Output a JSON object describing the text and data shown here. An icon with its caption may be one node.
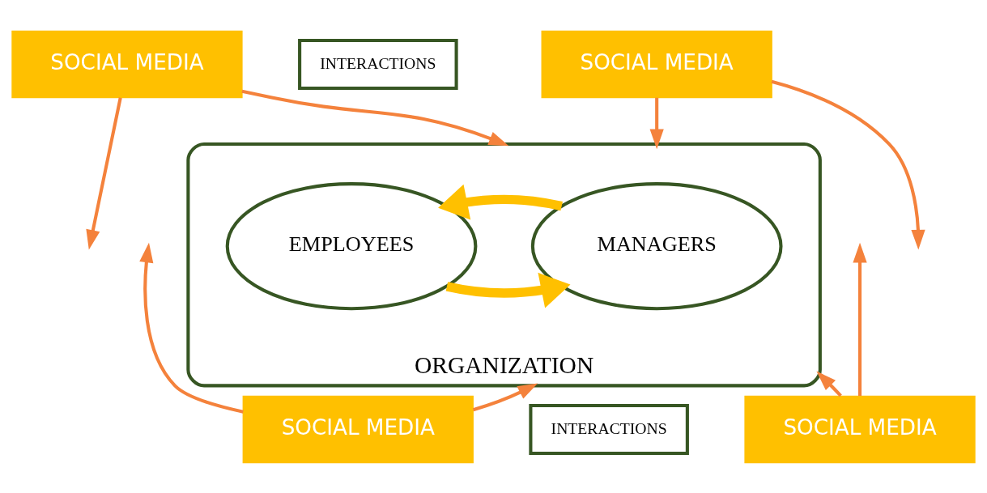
{
  "diagram": {
    "nodes": [
      {
        "text": [
          "SOCIAL MEDIA"
        ]
      },
      {
        "text": [
          "INTERACTIONS"
        ]
      },
      {
        "text": [
          "SOCIAL MEDIA"
        ]
      },
      {
        "text": [
          "ORGANIZATION"
        ]
      },
      {
        "text": [
          "MANAGERS"
        ],
        "in": 3
      },
      {
        "text": [
          "EMPLOYEES"
        ],
        "in": 3
      },
      {
        "text": [
          "SOCIAL MEDIA"
        ]
      },
      {
        "text": [
          "INTERACTIONS"
        ]
      },
      {
        "text": [
          "SOCIAL MEDIA"
        ]
      }
    ],
    "edges": [
      {
        "from": 0,
        "to": null,
        "arrow": "to"
      },
      {
        "from": 0,
        "to": 3,
        "arrow": "to"
      },
      {
        "from": 2,
        "to": null,
        "arrow": "to"
      },
      {
        "from": 2,
        "to": 3,
        "arrow": "to"
      },
      {
        "from": 5,
        "to": 4,
        "arrow": "to",
        "style": "thick",
        "color": "#ffc000"
      },
      {
        "from": 4,
        "to": 5,
        "arrow": "to",
        "style": "thick",
        "color": "#ffc000"
      },
      {
        "from": 6,
        "to": 3,
        "arrow": "to"
      },
      {
        "from": 6,
        "to": null,
        "arrow": "to"
      },
      {
        "from": 8,
        "to": null,
        "arrow": "to"
      },
      {
        "from": 8,
        "to": 3,
        "arrow": "to"
      }
    ]
  }
}
